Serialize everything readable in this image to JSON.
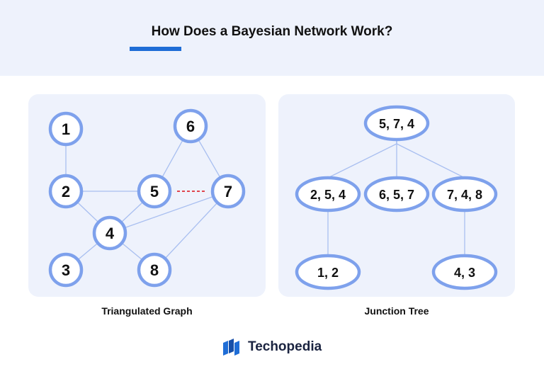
{
  "title": "How Does a Bayesian Network Work?",
  "left_diagram": {
    "caption": "Triangulated Graph",
    "nodes": [
      {
        "id": "n1",
        "label": "1"
      },
      {
        "id": "n2",
        "label": "2"
      },
      {
        "id": "n3",
        "label": "3"
      },
      {
        "id": "n4",
        "label": "4"
      },
      {
        "id": "n5",
        "label": "5"
      },
      {
        "id": "n6",
        "label": "6"
      },
      {
        "id": "n7",
        "label": "7"
      },
      {
        "id": "n8",
        "label": "8"
      }
    ],
    "edges": [
      {
        "from": "n1",
        "to": "n2",
        "style": "solid"
      },
      {
        "from": "n2",
        "to": "n5",
        "style": "solid"
      },
      {
        "from": "n2",
        "to": "n4",
        "style": "solid"
      },
      {
        "from": "n4",
        "to": "n3",
        "style": "solid"
      },
      {
        "from": "n4",
        "to": "n5",
        "style": "solid"
      },
      {
        "from": "n4",
        "to": "n8",
        "style": "solid"
      },
      {
        "from": "n4",
        "to": "n7",
        "style": "solid"
      },
      {
        "from": "n5",
        "to": "n6",
        "style": "solid"
      },
      {
        "from": "n6",
        "to": "n7",
        "style": "solid"
      },
      {
        "from": "n7",
        "to": "n8",
        "style": "solid"
      },
      {
        "from": "n5",
        "to": "n7",
        "style": "dashed"
      }
    ]
  },
  "right_diagram": {
    "caption": "Junction Tree",
    "nodes": [
      {
        "id": "c574",
        "label": "5, 7, 4"
      },
      {
        "id": "c254",
        "label": "2, 5, 4"
      },
      {
        "id": "c657",
        "label": "6, 5, 7"
      },
      {
        "id": "c748",
        "label": "7, 4, 8"
      },
      {
        "id": "c12",
        "label": "1, 2"
      },
      {
        "id": "c43",
        "label": "4, 3"
      }
    ],
    "edges": [
      {
        "from": "c574",
        "to": "c254"
      },
      {
        "from": "c574",
        "to": "c657"
      },
      {
        "from": "c574",
        "to": "c748"
      },
      {
        "from": "c254",
        "to": "c12"
      },
      {
        "from": "c748",
        "to": "c43"
      }
    ]
  },
  "brand": {
    "name": "Techopedia",
    "logo_icon": "techopedia-logo-icon"
  },
  "colors": {
    "header_bg": "#eef2fc",
    "panel_bg": "#eef2fc",
    "accent": "#1f6dd6",
    "node_stroke": "#7ea1ec",
    "edge": "#a9bff0",
    "dashed_edge": "#e0454d"
  }
}
